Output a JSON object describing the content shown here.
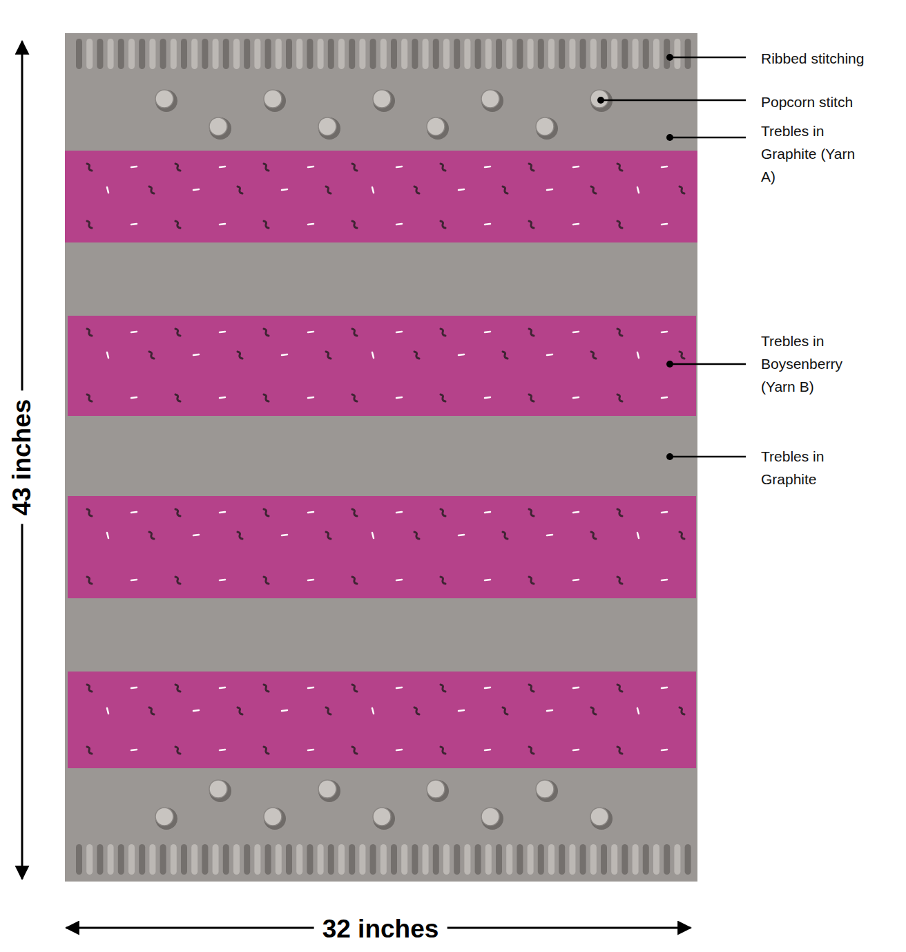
{
  "diagram": {
    "labels": [
      "Ribbed stitching",
      "Popcorn stitch",
      "Trebles in Graphite (Yarn A)",
      "Trebles in Boysenberry (Yarn B)",
      "Trebles in Graphite",
      "43 inches",
      "32 inches"
    ]
  }
}
